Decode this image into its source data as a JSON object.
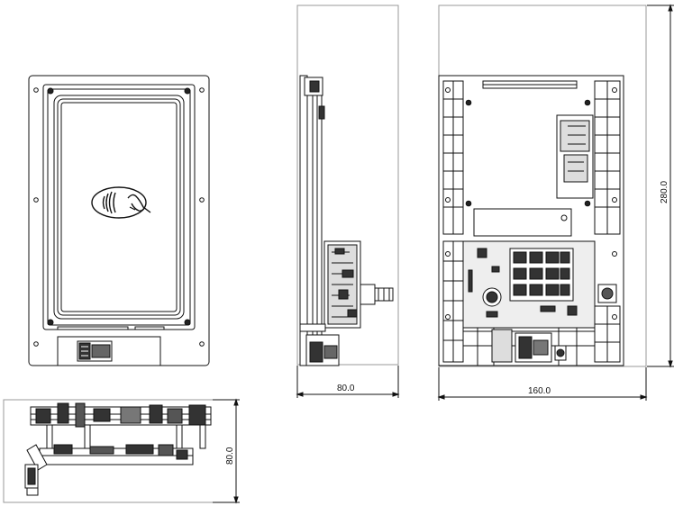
{
  "dimensions": {
    "side_width": "80.0",
    "rear_width": "160.0",
    "rear_height": "280.0",
    "bottom_height": "80.0"
  },
  "icons": {
    "contactless": "contactless-payment-icon"
  },
  "colors": {
    "line": "#111111",
    "frame_line": "#9a9a9a",
    "pcb_fill": "#e6e6e6",
    "component_dark": "#222222"
  }
}
